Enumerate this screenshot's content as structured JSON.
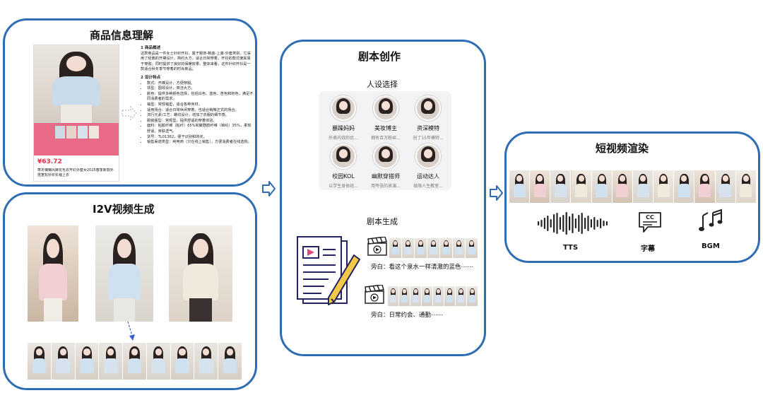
{
  "panels": {
    "product": {
      "title": "商品信息理解",
      "price": "¥63.72",
      "product_line": "寒冬慵懒风麻花毛衣开衫外套女2025春季新款外搭宽松针织长袖上衣",
      "doc": {
        "section1_title": "1 商品概述",
        "section1_text": "这款商品是一件女士针织开衫，属于服饰-靴装-上装-外套类别。它采用了经典的开襟设计，简约大方，适合日常穿着。开衫的款式使其易于穿脱，同时提供了良好的保暖效果，整体来看，这件针织开衫是一款适合秋冬季节穿着的时尚单品。",
        "section2_title": "2 设计特点",
        "bullets": [
          "款式：开襟设计，方便穿脱。",
          "领型：圆领设计，简洁大方。",
          "颜色：提供多种颜色选择，包括白色、蓝色、杏色和粉色，满足不同消费者的需求。",
          "袖型：常规袖型，适合各种身材。",
          "适用场合：适合日常休闲穿着，也适合稍微正式的场合。",
          "流行元素/工艺：螺纹设计，增加了衣服的细节感。",
          "服装版型：常规型，提供舒适的穿着体验。",
          "面料：粘胶纤维（粘纤）65%和聚酰胺纤维（锦纶）35%，柔软舒适，亲肤透气。",
          "货号：TL01362，便于识别和购买。",
          "销售渠道类型：纯电商（只在线上销售），方便消费者在线选购。"
        ]
      }
    },
    "i2v": {
      "title": "I2V视频生成"
    },
    "script": {
      "title": "剧本创作",
      "persona_title": "人设选择",
      "personas": [
        {
          "name": "暴躁妈妈",
          "desc": "外表内敛的优..."
        },
        {
          "name": "美妆博主",
          "desc": "拥有百万粉丝..."
        },
        {
          "name": "资深模特",
          "desc": "创了15年模特..."
        },
        {
          "name": "校园KOL",
          "desc": "以学生身体经..."
        },
        {
          "name": "幽默穿搭师",
          "desc": "用夸张的表演..."
        },
        {
          "name": "运动达人",
          "desc": "极限人生教室..."
        }
      ],
      "generate_title": "剧本生成",
      "narration1": "旁白：看这个泉水一样清澈的蓝色⋯⋯",
      "narration2": "旁白：日常约会、通勤⋯⋯"
    },
    "render": {
      "title": "短视频渲染",
      "tts_label": "TTS",
      "subtitle_label": "字幕",
      "bgm_label": "BGM",
      "cc_text": "CC"
    }
  },
  "colors": {
    "panel_border": "#2e6db4",
    "arrow": "#2e6db4",
    "price": "#e8334a",
    "dotted_arrow": "#3a5fc8"
  }
}
